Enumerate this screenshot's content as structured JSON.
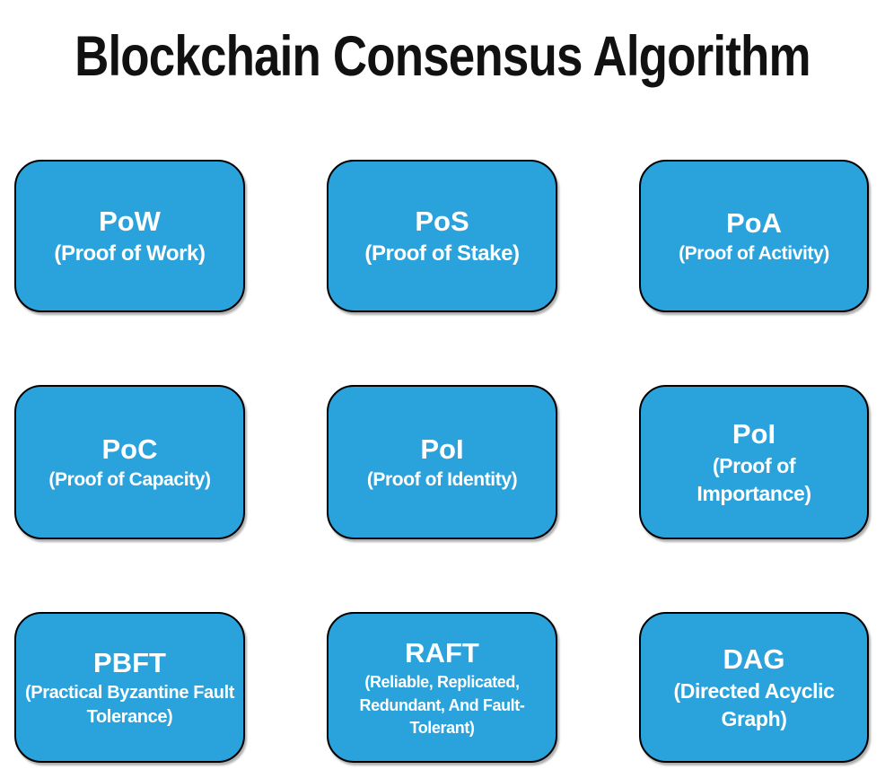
{
  "title": "Blockchain Consensus Algorithm",
  "colors": {
    "background": "#ffffff",
    "box_fill": "#2AA2DB",
    "box_border": "#000000",
    "box_text": "#ffffff",
    "title_text": "#111111"
  },
  "boxes": [
    {
      "abbr": "PoW",
      "full": "(Proof of Work)"
    },
    {
      "abbr": "PoS",
      "full": "(Proof of Stake)"
    },
    {
      "abbr": "PoA",
      "full": "(Proof of Activity)"
    },
    {
      "abbr": "PoC",
      "full": "(Proof of Capacity)"
    },
    {
      "abbr": "PoI",
      "full": "(Proof of Identity)"
    },
    {
      "abbr": "PoI",
      "full": "(Proof of Importance)"
    },
    {
      "abbr": "PBFT",
      "full": "(Practical Byzantine Fault Tolerance)"
    },
    {
      "abbr": "RAFT",
      "full": "(Reliable, Replicated, Redundant, And Fault-Tolerant)"
    },
    {
      "abbr": "DAG",
      "full": "(Directed Acyclic Graph)"
    }
  ]
}
